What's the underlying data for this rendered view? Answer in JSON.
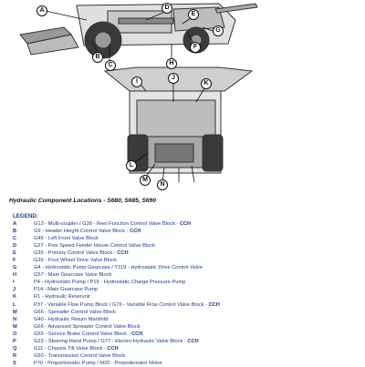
{
  "figure": {
    "callouts": [
      "A",
      "B",
      "C",
      "D",
      "E",
      "F",
      "G",
      "H",
      "I",
      "J",
      "K",
      "L",
      "M",
      "N"
    ]
  },
  "caption": "Hydraulic Component Locations - S680, S685, S690",
  "legend": {
    "title": "LEGEND:",
    "items": [
      {
        "key": "A",
        "text": "G13 - Multi-coupler / G38 - Reel Function Control Valve Block - ",
        "suffix": "CCH"
      },
      {
        "key": "B",
        "text": "G9 - Header Height Control Valve Block - ",
        "suffix": "CCH"
      },
      {
        "key": "C",
        "text": "G46 - Left Front Valve Block",
        "suffix": ""
      },
      {
        "key": "D",
        "text": "G27 - Five Speed Feeder House Control Valve Block",
        "suffix": ""
      },
      {
        "key": "E",
        "text": "G35 - Primary Control Valve Block - ",
        "suffix": "CCH"
      },
      {
        "key": "F",
        "text": "G36 - Four Wheel Drive Valve Block",
        "suffix": ""
      },
      {
        "key": "G",
        "text": "G4 - Hydrostatic Pump Gearcase / Y119 - Hydrostatic Drive Control Valve",
        "suffix": ""
      },
      {
        "key": "H",
        "text": "G57 - Main Gearcase Valve Block",
        "suffix": ""
      },
      {
        "key": "I",
        "text": "P4 - Hydrostatic Pump / P16 - Hydrostatic Charge Pressure Pump",
        "suffix": ""
      },
      {
        "key": "J",
        "text": "P14 - Main Gearcase Pump",
        "suffix": ""
      },
      {
        "key": "K",
        "text": "R1 - Hydraulic Reservoir",
        "suffix": ""
      },
      {
        "key": "L",
        "text": "P37 - Variable Flow Pump Block / G76 - Variable Flow Control Valve Block - ",
        "suffix": "CCH"
      },
      {
        "key": "M",
        "text": "G66 - Spreader Control Valve Block",
        "suffix": ""
      },
      {
        "key": "N",
        "text": "G40 - Hydraulic Return Manifold",
        "suffix": ""
      },
      {
        "key": "M",
        "text": "G66 - Advanced Spreader Control Valve Block",
        "suffix": ""
      },
      {
        "key": "O",
        "text": "G55 - Service Brake Control Valve Block - ",
        "suffix": "CCH"
      },
      {
        "key": "P",
        "text": "G23 - Steering Hand Pump / G77 - Electro-Hydraulic Valve Block - ",
        "suffix": "CCH"
      },
      {
        "key": "Q",
        "text": "G11 - Chassis Tilt Valve Block - ",
        "suffix": "CCH"
      },
      {
        "key": "R",
        "text": "G50 - Transmission Control Valve Block",
        "suffix": ""
      },
      {
        "key": "S",
        "text": "P70 - Proportionator Pump / M20 - Proportionator Motor",
        "suffix": ""
      }
    ]
  }
}
